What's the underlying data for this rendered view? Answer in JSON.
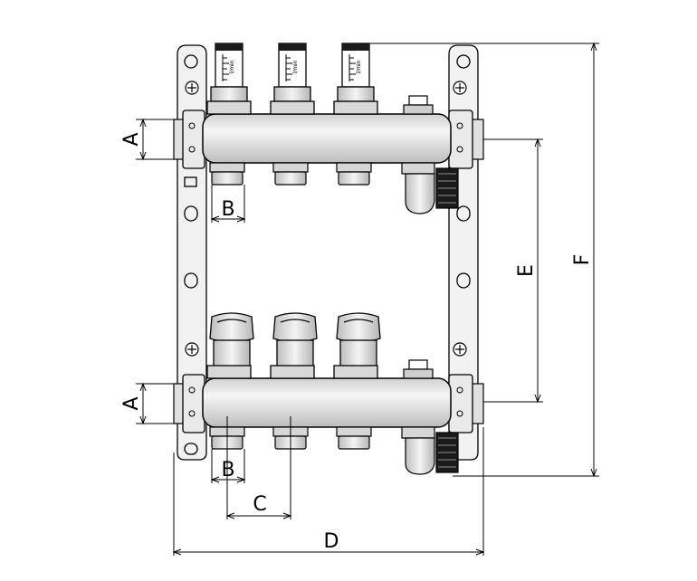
{
  "dimensions": {
    "a_top": "A",
    "a_bottom": "A",
    "b_top": "B",
    "b_bottom": "B",
    "c": "C",
    "d": "D",
    "e": "E",
    "f": "F"
  },
  "flowmeter_label": "l/min",
  "flowmeter_count": 3,
  "valve_count": 3,
  "colors": {
    "line": "#000000",
    "body_fill": "#e8e8e8",
    "shade": "#bdbdbd",
    "dark": "#1a1a1a",
    "background": "#ffffff"
  }
}
